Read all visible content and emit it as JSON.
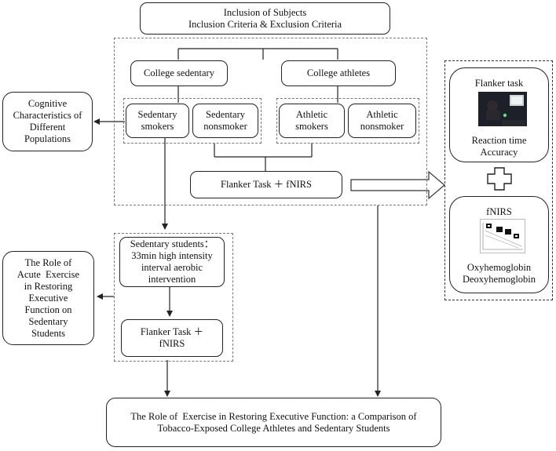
{
  "top": {
    "line1": "Inclusion of Subjects",
    "line2": "Inclusion Criteria & Exclusion Criteria"
  },
  "groups": {
    "sedentary": "College sedentary",
    "athletes": "College athletes",
    "sed_smokers": [
      "Sedentary",
      "smokers"
    ],
    "sed_nonsmoker": [
      "Sedentary",
      "nonsmoker"
    ],
    "ath_smokers": [
      "Athletic",
      "smokers"
    ],
    "ath_nonsmoker": [
      "Athletic",
      "nonsmoker"
    ]
  },
  "task1": "Flanker Task ＋ fNIRS",
  "cognitive": [
    "Cognitive",
    "Characteristics of",
    "Different",
    "Populations"
  ],
  "intervention": [
    "Sedentary students：",
    "33min high intensity",
    "interval aerobic",
    "intervention"
  ],
  "task2": [
    "Flanker Task ＋",
    "fNIRS"
  ],
  "role": [
    "The Role of",
    "Acute  Exercise",
    "in Restoring",
    "Executive",
    "Function on",
    "Sedentary",
    "Students"
  ],
  "conclusion": [
    "The Role of  Exercise in Restoring Executive Function: a Comparison of",
    "Tobacco-Exposed College Athletes and Sedentary Students"
  ],
  "flanker_panel": {
    "title": "Flanker task",
    "metric1": "Reaction time",
    "metric2": "Accuracy"
  },
  "fnirs_panel": {
    "title": "fNIRS",
    "metric1": "Oxyhemoglobin",
    "metric2": "Deoxyhemoglobin"
  },
  "colors": {
    "line": "#222222",
    "dashed_border": "#777777",
    "photo_bg": "#1b1d24"
  }
}
